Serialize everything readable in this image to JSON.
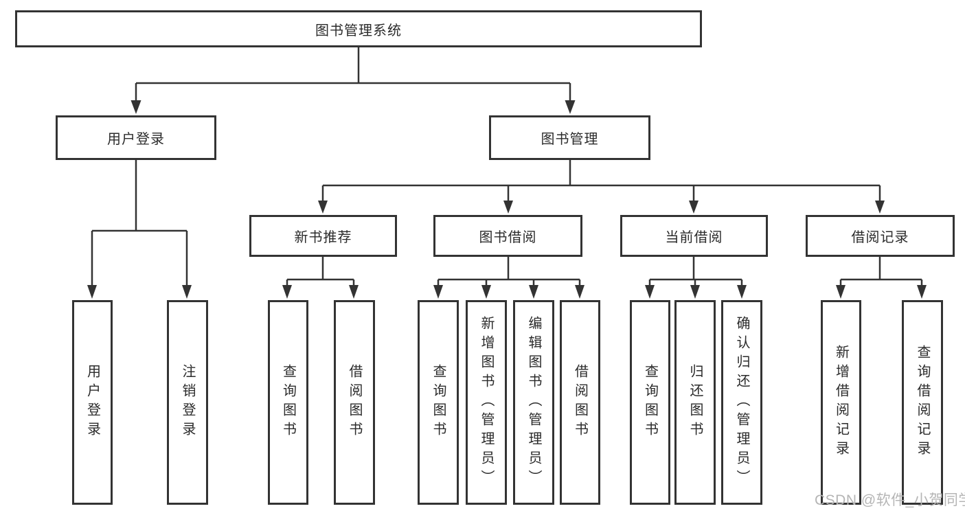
{
  "title": "图书管理系统",
  "watermark": "CSDN @软件_小贺同学",
  "colors": {
    "line": "#333333",
    "box_border": "#333333",
    "text": "#2b2b2b",
    "background": "#ffffff",
    "watermark": "#b5b5b5"
  },
  "diagram": {
    "type": "tree",
    "root": {
      "label": "图书管理系统"
    },
    "level2": [
      {
        "label": "用户登录",
        "parent": "图书管理系统"
      },
      {
        "label": "图书管理",
        "parent": "图书管理系统"
      }
    ],
    "level3": [
      {
        "label": "新书推荐",
        "parent": "图书管理"
      },
      {
        "label": "图书借阅",
        "parent": "图书管理"
      },
      {
        "label": "当前借阅",
        "parent": "图书管理"
      },
      {
        "label": "借阅记录",
        "parent": "图书管理"
      }
    ],
    "leaves": [
      {
        "label": "用户登录",
        "parent": "用户登录"
      },
      {
        "label": "注销登录",
        "parent": "用户登录"
      },
      {
        "label": "查询图书",
        "parent": "新书推荐"
      },
      {
        "label": "借阅图书",
        "parent": "新书推荐"
      },
      {
        "label": "查询图书",
        "parent": "图书借阅"
      },
      {
        "label": "新增图书（管理员）",
        "parent": "图书借阅"
      },
      {
        "label": "编辑图书（管理员）",
        "parent": "图书借阅"
      },
      {
        "label": "借阅图书",
        "parent": "图书借阅"
      },
      {
        "label": "查询图书",
        "parent": "当前借阅"
      },
      {
        "label": "归还图书",
        "parent": "当前借阅"
      },
      {
        "label": "确认归还（管理员）",
        "parent": "当前借阅"
      },
      {
        "label": "新增借阅记录",
        "parent": "借阅记录"
      },
      {
        "label": "查询借阅记录",
        "parent": "借阅记录"
      }
    ]
  }
}
